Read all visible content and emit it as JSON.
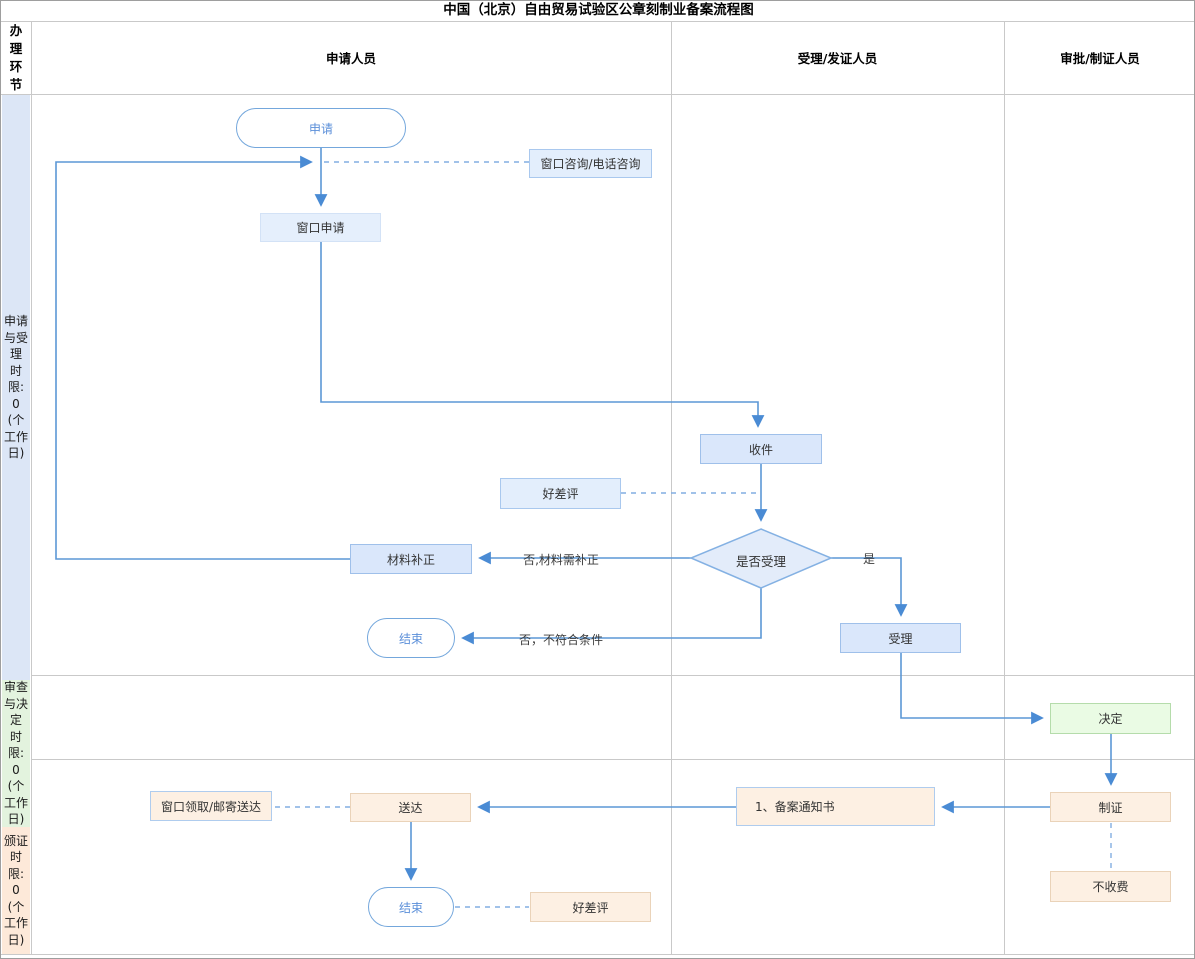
{
  "title": "中国（北京）自由贸易试验区公章刻制业备案流程图",
  "header": {
    "stage_column": "办\n理\n环\n节",
    "columns": [
      {
        "label": "申请人员"
      },
      {
        "label": "受理/发证人员"
      },
      {
        "label": "审批/制证人员"
      }
    ]
  },
  "sidebar": {
    "rows": [
      {
        "label": "申请与受理时限: 0 (个工作日)",
        "text": "申请\n与受\n理\n时\n限:\n0\n(个\n工作\n日)",
        "color": "#dce6f6"
      },
      {
        "label": "审查与决定时限: 0 (个工作日)",
        "text": "审查\n与决\n定\n时\n限:\n0\n(个\n工作\n日)",
        "color": "#e3f3de"
      },
      {
        "label": "颁证时限: 0 (个工作日)",
        "text": "颁证\n时\n限:\n0\n(个\n工作\n日)",
        "color": "#fde9d9"
      }
    ]
  },
  "nodes": {
    "apply": {
      "label": "申请"
    },
    "consult": {
      "label": "窗口咨询/电话咨询"
    },
    "window_apply": {
      "label": "窗口申请"
    },
    "receive": {
      "label": "收件"
    },
    "rating_top": {
      "label": "好差评"
    },
    "is_accept": {
      "label": "是否受理"
    },
    "correction": {
      "label": "材料补正"
    },
    "end_top": {
      "label": "结束"
    },
    "accept": {
      "label": "受理"
    },
    "decide": {
      "label": "决定"
    },
    "make_cert": {
      "label": "制证"
    },
    "notice": {
      "label": "1、备案通知书"
    },
    "deliver": {
      "label": "送达"
    },
    "pickup": {
      "label": "窗口领取/邮寄送达"
    },
    "end_bottom": {
      "label": "结束"
    },
    "rating_bottom": {
      "label": "好差评"
    },
    "no_fee": {
      "label": "不收费"
    }
  },
  "edge_labels": {
    "need_correction": "否,材料需补正",
    "not_qualified": "否，不符合条件",
    "yes": "是"
  },
  "colors": {
    "line_blue": "#5b97d5",
    "stadium_text": "#5b8fd9",
    "blue_fill": "#dae7fb",
    "green_fill": "#eafbe4",
    "peach_fill": "#fdf0e3",
    "sidebar_blue": "#dce6f6",
    "sidebar_green": "#e3f3de",
    "sidebar_orange": "#fde9d9"
  }
}
